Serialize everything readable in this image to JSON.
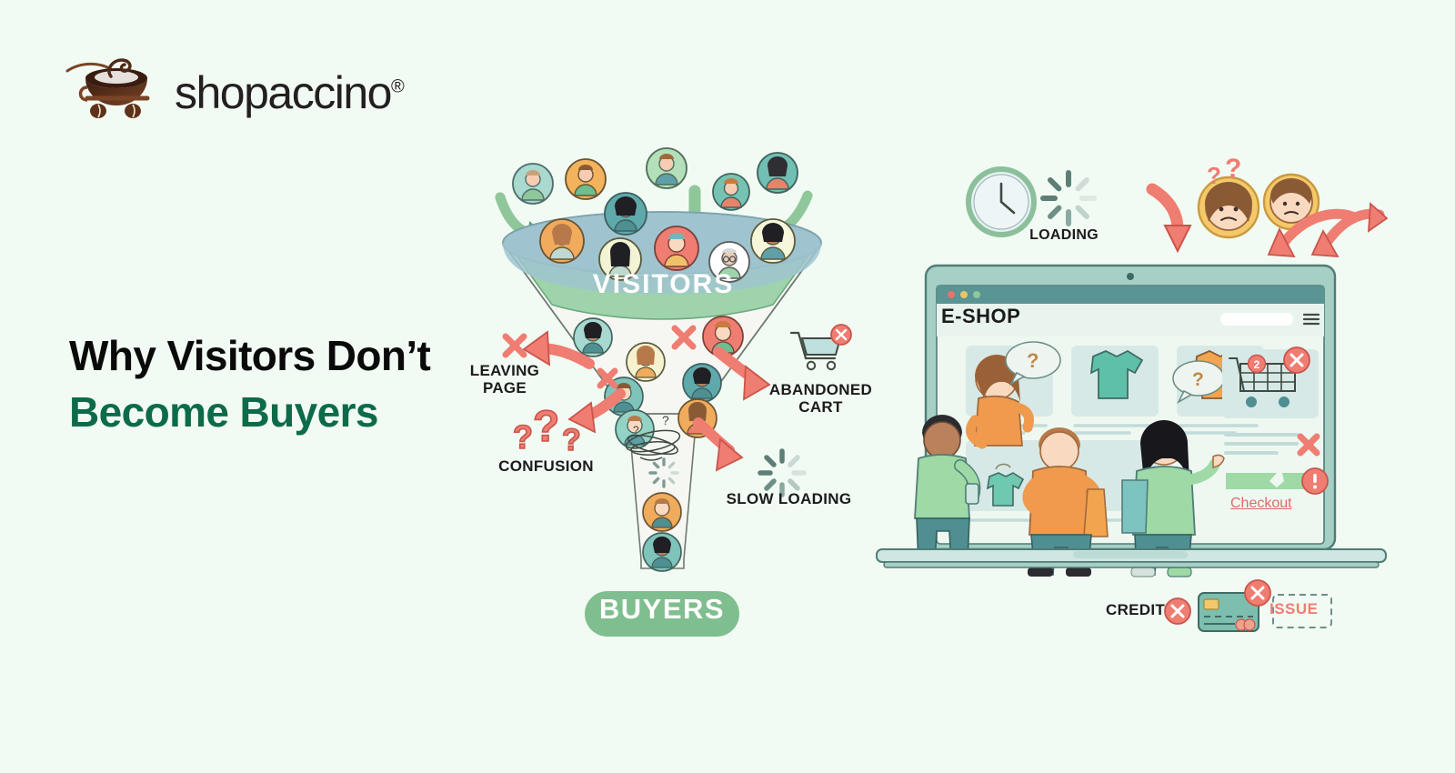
{
  "page": {
    "background_color": "#f2fbf3",
    "accent_green": "#0d6b4a",
    "funnel_green": "#9ed3ac",
    "funnel_blue": "#9fc4cf",
    "alert_red": "#e8736a",
    "laptop_teal": "#5a9494"
  },
  "brand": {
    "name": "shopaccino",
    "registered_mark": "®",
    "logo_icon": "coffee-cup-cart-logo"
  },
  "headline": {
    "line1": "Why Visitors Don’t",
    "line2": "Become Buyers"
  },
  "funnel": {
    "top_label": "VISITORS",
    "bottom_label": "BUYERS",
    "drop_off_reasons": [
      {
        "id": "leaving-page",
        "label": "LEAVING\nPAGE",
        "icon": "x-mark-icon"
      },
      {
        "id": "confusion",
        "label": "CONFUSION",
        "icon": "question-marks-icon"
      },
      {
        "id": "abandoned-cart",
        "label": "ABANDONED\nCART",
        "icon": "cart-x-icon"
      },
      {
        "id": "slow-loading",
        "label": "SLOW LOADING",
        "icon": "spinner-icon"
      }
    ],
    "inbound_arrows": 3,
    "avatars_above": 6,
    "avatars_in_bowl": 5,
    "avatars_in_neck": 9
  },
  "laptop": {
    "browser": {
      "title": "E-SHOP",
      "traffic_lights": [
        "#e8736a",
        "#e8c468",
        "#8fc79a"
      ],
      "search_placeholder": "",
      "menu_icon": "hamburger-menu-icon"
    },
    "cart": {
      "badge_count": "2",
      "status_icon": "cart-error-x-icon"
    },
    "checkout": {
      "label": "Checkout",
      "progress_state": "broken",
      "alert_icon": "exclamation-circle-icon",
      "error_icon": "x-mark-icon"
    },
    "shoppers": [
      {
        "id": "shopper-1",
        "shirt": "#9ed9a6",
        "pose": "holding-phone"
      },
      {
        "id": "shopper-2",
        "shirt": "#f09a4e",
        "pose": "thinking"
      },
      {
        "id": "shopper-3",
        "shirt": "#9ed9a6",
        "pose": "shrugging"
      }
    ],
    "thought_bubbles": [
      "?",
      "?"
    ],
    "product_tiles": 6
  },
  "top_annotations": {
    "clock_icon": "clock-icon",
    "loading_spinner_icon": "spinner-icon",
    "loading_label": "LOADING",
    "confused_faces": 2,
    "question_marks": "??",
    "bounce_arrows": "bounce-arrows-icon"
  },
  "payment": {
    "credit_label": "CREDIT",
    "credit_status_icon": "x-circle-icon",
    "card_icon": "credit-card-icon",
    "card_status_icon": "x-circle-icon",
    "issue_label": "ISSUE"
  }
}
